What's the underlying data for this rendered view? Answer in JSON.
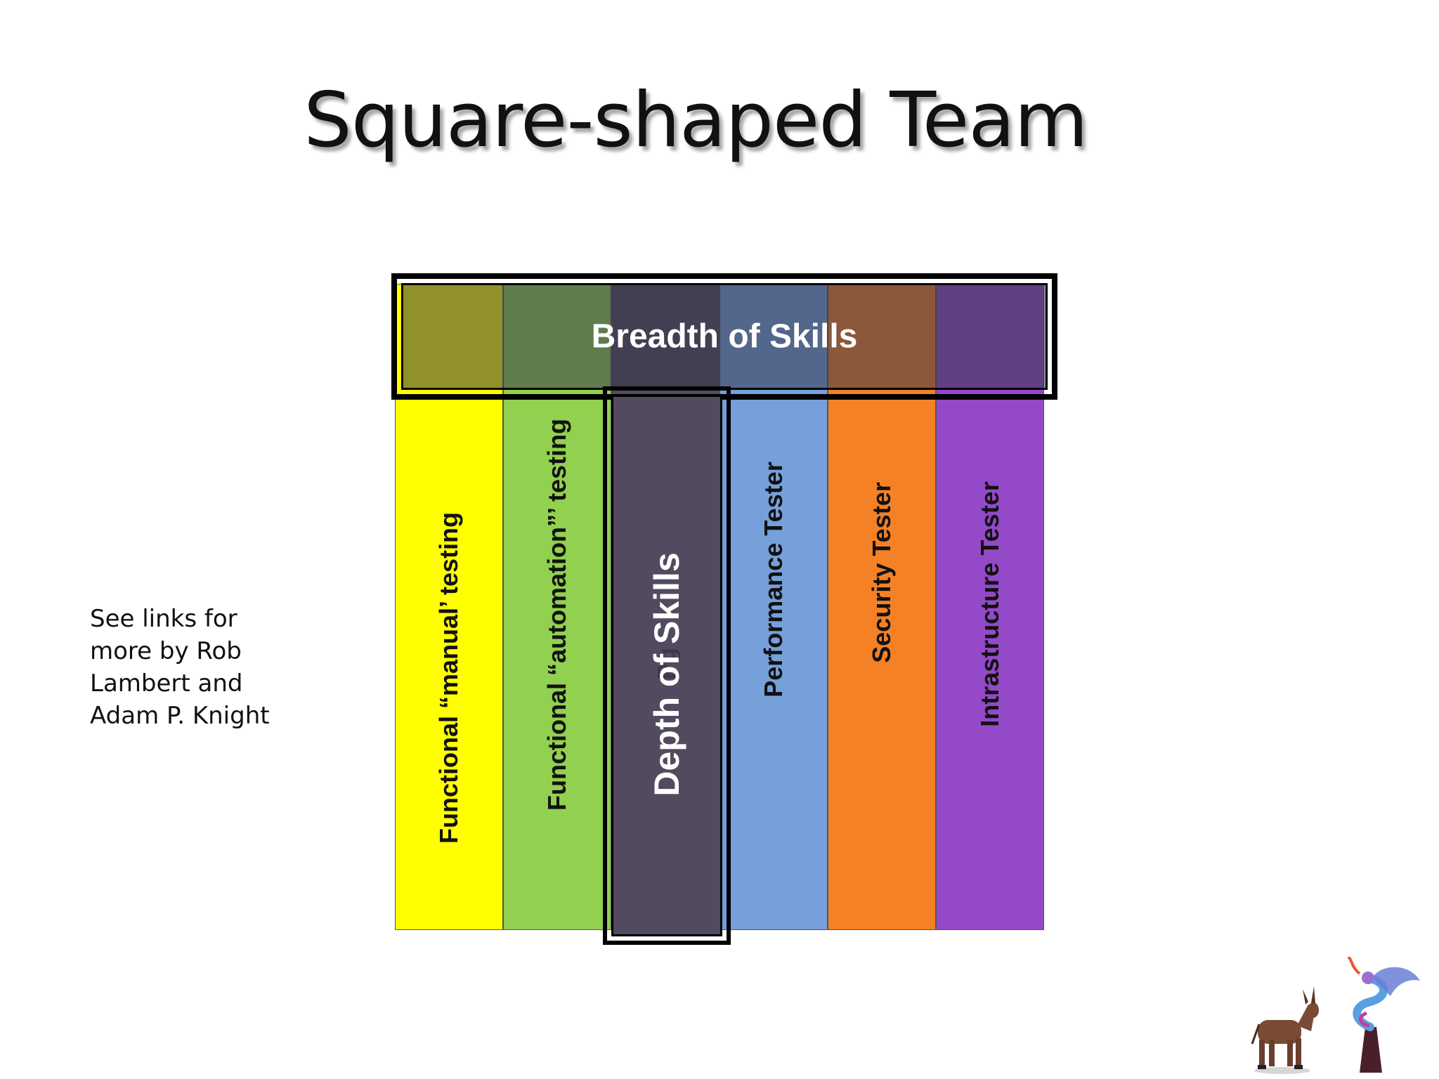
{
  "slide": {
    "title": "Square-shaped Team",
    "side_note_lines": [
      "See links for",
      "more by Rob",
      "Lambert and",
      "Adam P. Knight"
    ]
  },
  "diagram": {
    "breadth_label": "Breadth of Skills",
    "depth_label": "Depth of Skills",
    "depth_obscured_text": "Pg",
    "columns": [
      {
        "label": "Functional “manual’ testing",
        "color": "#ffff00"
      },
      {
        "label": "Functional “automation”’ testing",
        "color": "#92d050"
      },
      {
        "label": "",
        "color": "#524a5e"
      },
      {
        "label": "Performance Tester",
        "color": "#75a0da"
      },
      {
        "label": "Security Tester",
        "color": "#f48126"
      },
      {
        "label": "Intrastructure Tester",
        "color": "#9449c8"
      }
    ]
  },
  "logos": [
    "donkey-logo",
    "dragon-logo"
  ]
}
